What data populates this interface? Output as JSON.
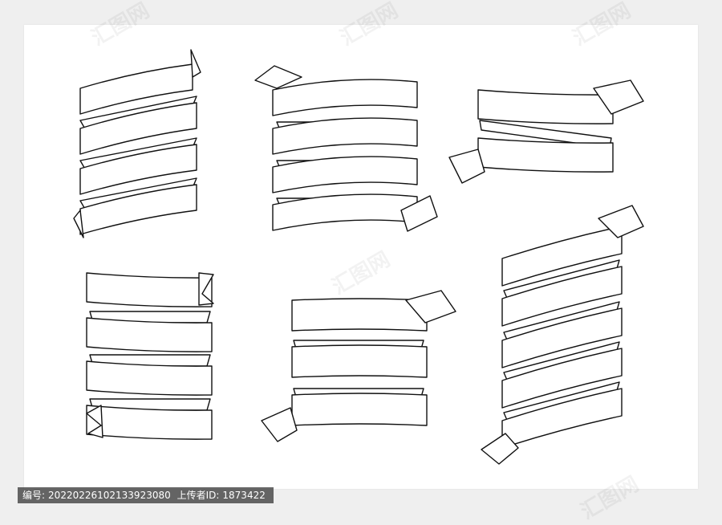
{
  "image": {
    "background_color": "#efefef",
    "paper_color": "#ffffff",
    "stroke_color": "#111111"
  },
  "watermark": {
    "text": "汇图网",
    "logo_icon": "huitu-logo-icon"
  },
  "caption": {
    "id_label": "编号:",
    "id_value": "20220226102133923080",
    "uploader_label": "上传者ID:",
    "uploader_value": "1873422"
  }
}
